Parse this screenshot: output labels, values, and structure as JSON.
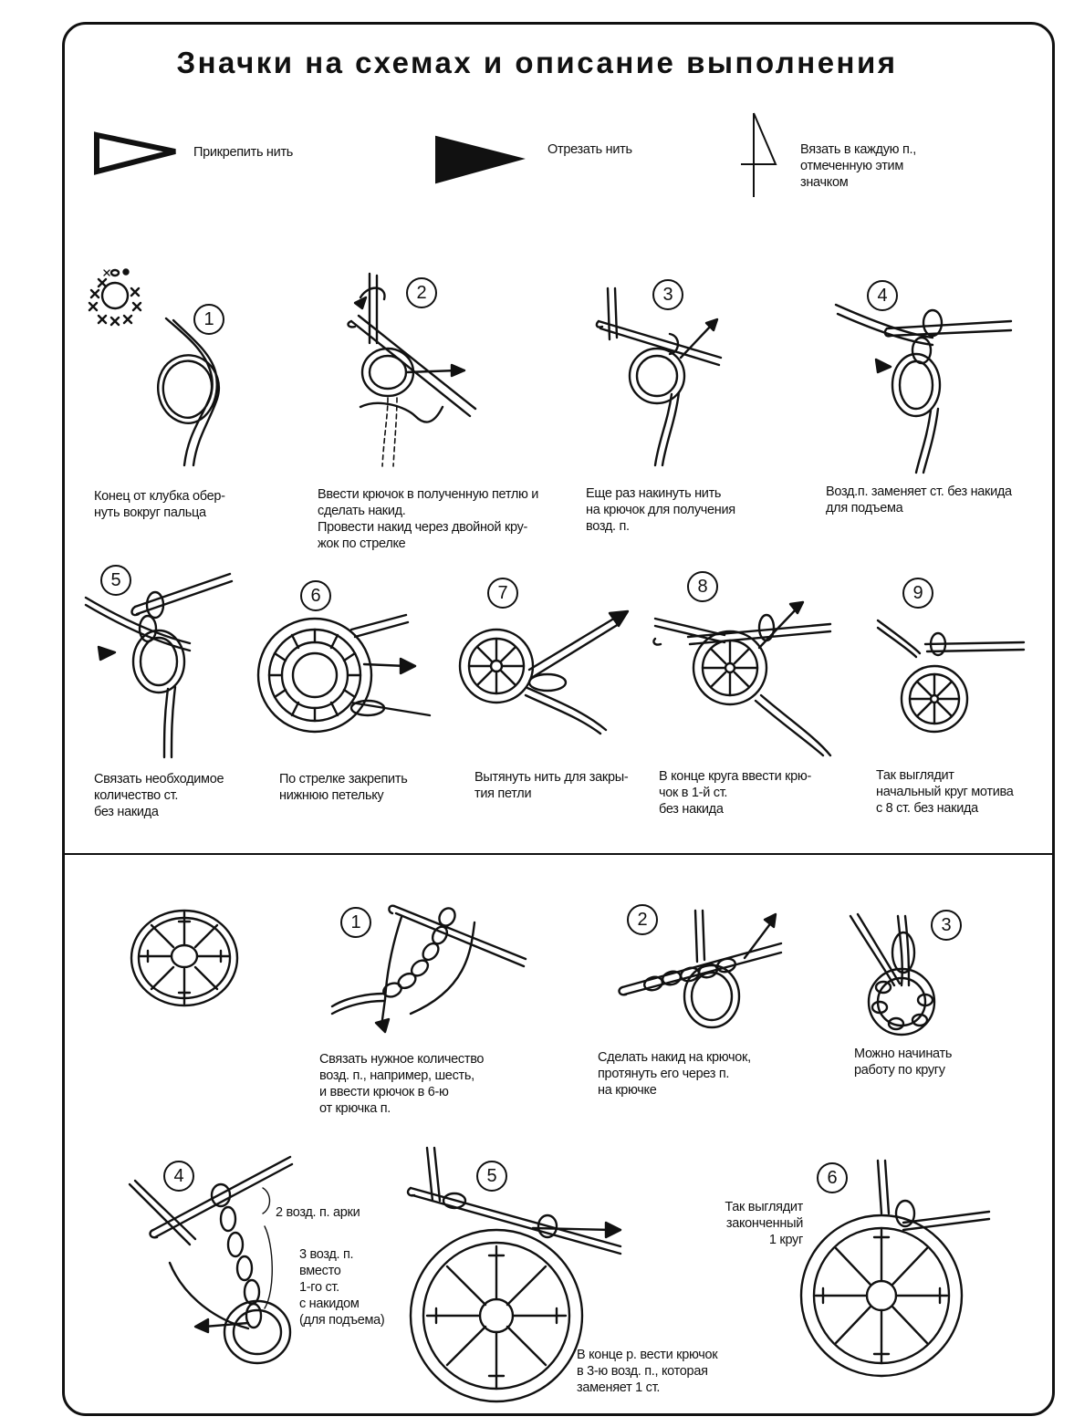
{
  "title": "Значки на схемах и описание выполнения",
  "symbols": [
    {
      "icon": "open-triangle-attach-icon",
      "label": "Прикрепить нить"
    },
    {
      "icon": "filled-triangle-cut-icon",
      "label": "Отрезать нить"
    },
    {
      "icon": "flag-stitch-icon",
      "label": "Вязать в каждую п.,\nотмеченную этим\nзначком"
    }
  ],
  "section_a": {
    "steps": [
      {
        "num": "1",
        "text": "Конец от клубка обер-\nнуть  вокруг пальца"
      },
      {
        "num": "2",
        "text": "Ввести крючок в полученную петлю и\nсделать накид.\nПровести накид  через двойной кру-\nжок по стрелке"
      },
      {
        "num": "3",
        "text": "Еще раз накинуть нить\nна крючок для получения\nвозд. п."
      },
      {
        "num": "4",
        "text": "Возд.п. заменяет ст. без накида\nдля подъема"
      },
      {
        "num": "5",
        "text": "Связать необходимое\nколичество ст.\nбез накида"
      },
      {
        "num": "6",
        "text": "По стрелке закрепить\nнижнюю петельку"
      },
      {
        "num": "7",
        "text": "Вытянуть нить для закры-\nтия  петли"
      },
      {
        "num": "8",
        "text": "В конце круга ввести крю-\nчок в 1-й ст.\nбез накида"
      },
      {
        "num": "9",
        "text": "Так выглядит\nначальный круг мотива\nс 8 ст. без накида"
      }
    ],
    "mini_chart_marks": "x o •"
  },
  "section_b": {
    "steps": [
      {
        "num": "1",
        "text": "Связать нужное количество\nвозд. п., например, шесть,\nи ввести крючок в 6-ю\nот крючка п."
      },
      {
        "num": "2",
        "text": "Сделать накид на крючок,\nпротянуть его через п.\nна крючке"
      },
      {
        "num": "3",
        "text": "Можно начинать\nработу по кругу"
      },
      {
        "num": "4",
        "text": ""
      },
      {
        "num": "5",
        "text": "В конце р. вести крючок\nв 3-ю возд. п., которая\nзаменяет 1 ст."
      },
      {
        "num": "6",
        "text": "Так выглядит\nзаконченный\n1 круг"
      }
    ],
    "step4_labels": {
      "arch": "2 возд. п. арки",
      "lift": "3 возд. п.\nвместо\n1-го ст.\nс накидом\n(для подъема)"
    }
  },
  "colors": {
    "ink": "#111111",
    "paper": "#ffffff"
  }
}
